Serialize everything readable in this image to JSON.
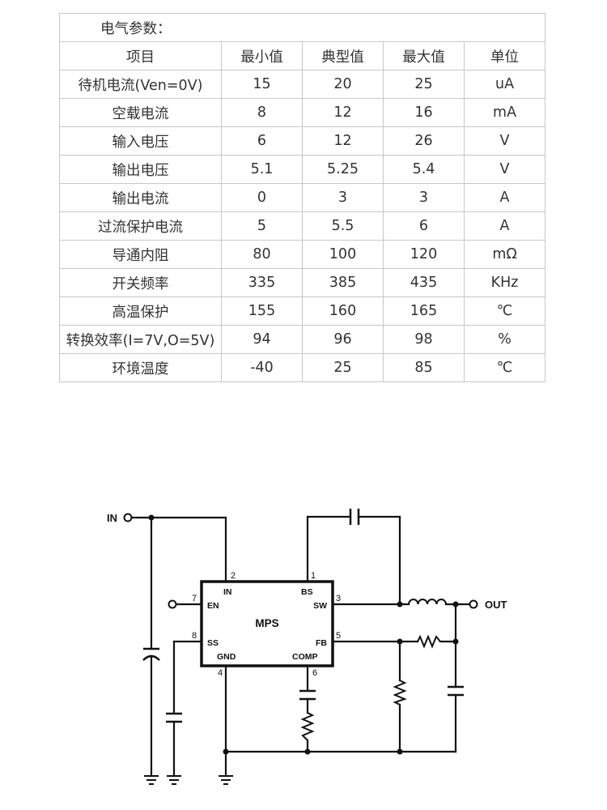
{
  "table": {
    "caption": "电气参数：",
    "headers": [
      "项目",
      "最小值",
      "典型值",
      "最大值",
      "单位"
    ],
    "rows": [
      [
        "待机电流(Ven=0V)",
        "15",
        "20",
        "25",
        "uA"
      ],
      [
        "空载电流",
        "8",
        "12",
        "16",
        "mA"
      ],
      [
        "输入电压",
        "6",
        "12",
        "26",
        "V"
      ],
      [
        "输出电压",
        "5.1",
        "5.25",
        "5.4",
        "V"
      ],
      [
        "输出电流",
        "0",
        "3",
        "3",
        "A"
      ],
      [
        "过流保护电流",
        "5",
        "5.5",
        "6",
        "A"
      ],
      [
        "导通内阻",
        "80",
        "100",
        "120",
        "mΩ"
      ],
      [
        "开关频率",
        "335",
        "385",
        "435",
        "KHz"
      ],
      [
        "高温保护",
        "155",
        "160",
        "165",
        "℃"
      ],
      [
        "转换效率(I=7V,O=5V)",
        "94",
        "96",
        "98",
        "%"
      ],
      [
        "环境温度",
        "-40",
        "25",
        "85",
        "℃"
      ]
    ]
  },
  "schematic": {
    "chip_label": "MPS",
    "input_label": "IN",
    "output_label": "OUT",
    "pins": [
      {
        "number": "2",
        "name": "IN"
      },
      {
        "number": "1",
        "name": "BS"
      },
      {
        "number": "7",
        "name": "EN"
      },
      {
        "number": "3",
        "name": "SW"
      },
      {
        "number": "8",
        "name": "SS"
      },
      {
        "number": "5",
        "name": "FB"
      },
      {
        "number": "4",
        "name": "GND"
      },
      {
        "number": "6",
        "name": "COMP"
      }
    ]
  }
}
